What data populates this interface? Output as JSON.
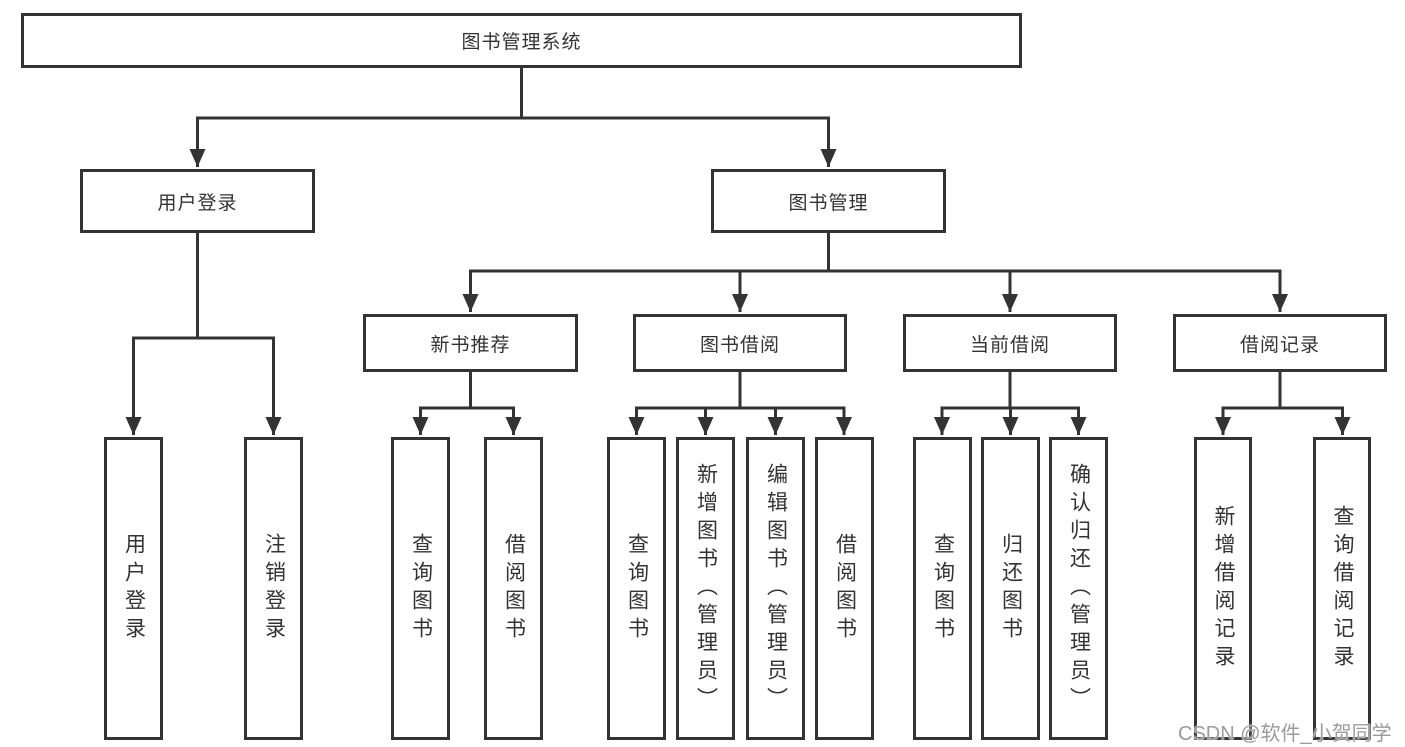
{
  "diagram": {
    "root_label": "图书管理系统",
    "level2": {
      "user_login": "用户登录",
      "book_mgmt": "图书管理"
    },
    "level3": {
      "new_books": "新书推荐",
      "book_borrow": "图书借阅",
      "current_borrow": "当前借阅",
      "borrow_records": "借阅记录"
    },
    "leaves": {
      "user_login": [
        "用户登录",
        "注销登录"
      ],
      "new_books": [
        "查询图书",
        "借阅图书"
      ],
      "book_borrow": [
        "查询图书",
        "新增图书（管理员）",
        "编辑图书（管理员）",
        "借阅图书"
      ],
      "current_borrow": [
        "查询图书",
        "归还图书",
        "确认归还（管理员）"
      ],
      "borrow_records": [
        "新增借阅记录",
        "查询借阅记录"
      ]
    },
    "colors": {
      "line": "#333333",
      "text": "#333333",
      "watermark": "#9b9b9b",
      "background": "#ffffff"
    },
    "watermark": "CSDN @软件_小贺同学"
  }
}
